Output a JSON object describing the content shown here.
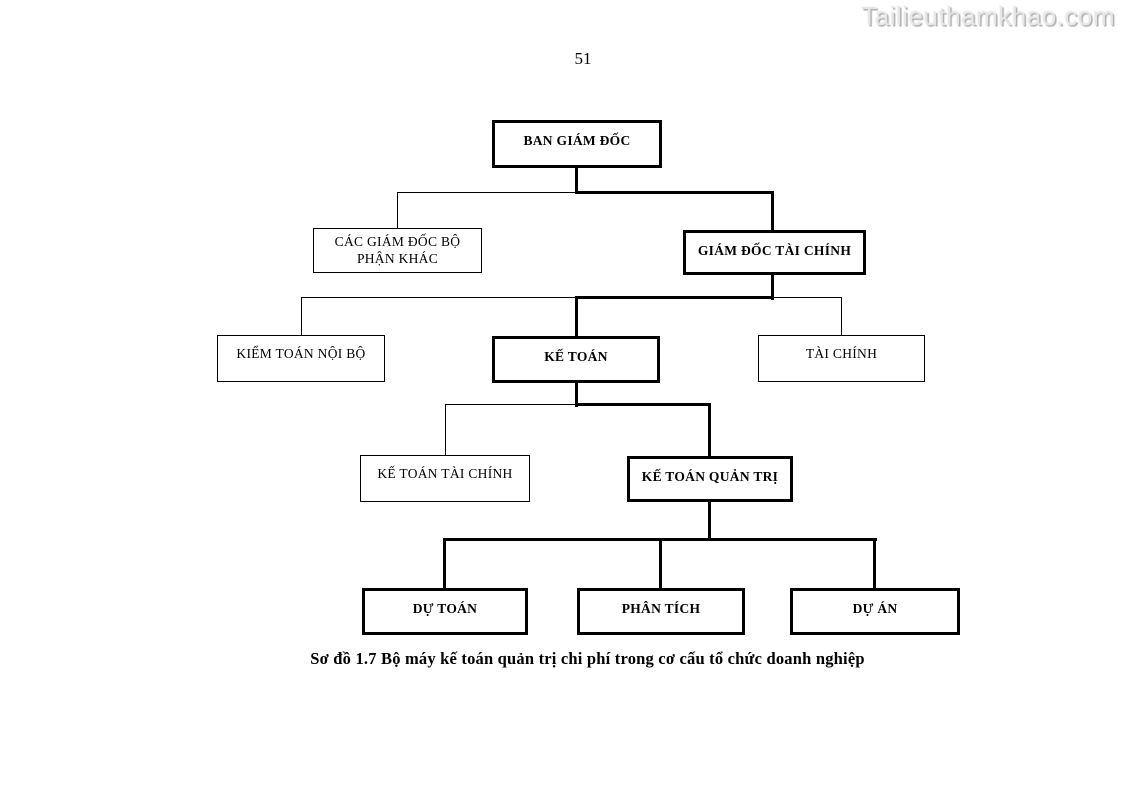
{
  "page": {
    "number": "51",
    "watermark": "Tailieuthamkhao.com"
  },
  "diagram": {
    "caption": "Sơ đồ 1.7 Bộ máy kế toán quản trị chi phí trong cơ cấu tổ chức doanh nghiệp",
    "nodes": {
      "ban_giam_doc": {
        "label": "BAN GIÁM ĐỐC",
        "emphasized": true
      },
      "cac_giam_doc": {
        "label": "CÁC GIÁM ĐỐC BỘ PHẬN KHÁC",
        "emphasized": false
      },
      "giam_doc_tai_chinh": {
        "label": "GIÁM ĐỐC TÀI CHÍNH",
        "emphasized": true
      },
      "kiem_toan_noi_bo": {
        "label": "KIỂM TOÁN NỘI BỘ",
        "emphasized": false
      },
      "ke_toan": {
        "label": "KẾ TOÁN",
        "emphasized": true
      },
      "tai_chinh": {
        "label": "TÀI CHÍNH",
        "emphasized": false
      },
      "ke_toan_tai_chinh": {
        "label": "KẾ TOÁN TÀI CHÍNH",
        "emphasized": false
      },
      "ke_toan_quan_tri": {
        "label": "KẾ TOÁN QUẢN TRỊ",
        "emphasized": true
      },
      "du_toan": {
        "label": "DỰ TOÁN",
        "emphasized": true
      },
      "phan_tich": {
        "label": "PHÂN TÍCH",
        "emphasized": true
      },
      "du_an": {
        "label": "DỰ ÁN",
        "emphasized": true
      }
    },
    "edges": [
      {
        "from": "ban_giam_doc",
        "to": "cac_giam_doc"
      },
      {
        "from": "ban_giam_doc",
        "to": "giam_doc_tai_chinh"
      },
      {
        "from": "giam_doc_tai_chinh",
        "to": "kiem_toan_noi_bo"
      },
      {
        "from": "giam_doc_tai_chinh",
        "to": "ke_toan"
      },
      {
        "from": "giam_doc_tai_chinh",
        "to": "tai_chinh"
      },
      {
        "from": "ke_toan",
        "to": "ke_toan_tai_chinh"
      },
      {
        "from": "ke_toan",
        "to": "ke_toan_quan_tri"
      },
      {
        "from": "ke_toan_quan_tri",
        "to": "du_toan"
      },
      {
        "from": "ke_toan_quan_tri",
        "to": "phan_tich"
      },
      {
        "from": "ke_toan_quan_tri",
        "to": "du_an"
      }
    ],
    "colors": {
      "line": "#000000",
      "box_border": "#000000",
      "text": "#000000",
      "watermark": "#e7e7e7"
    }
  }
}
